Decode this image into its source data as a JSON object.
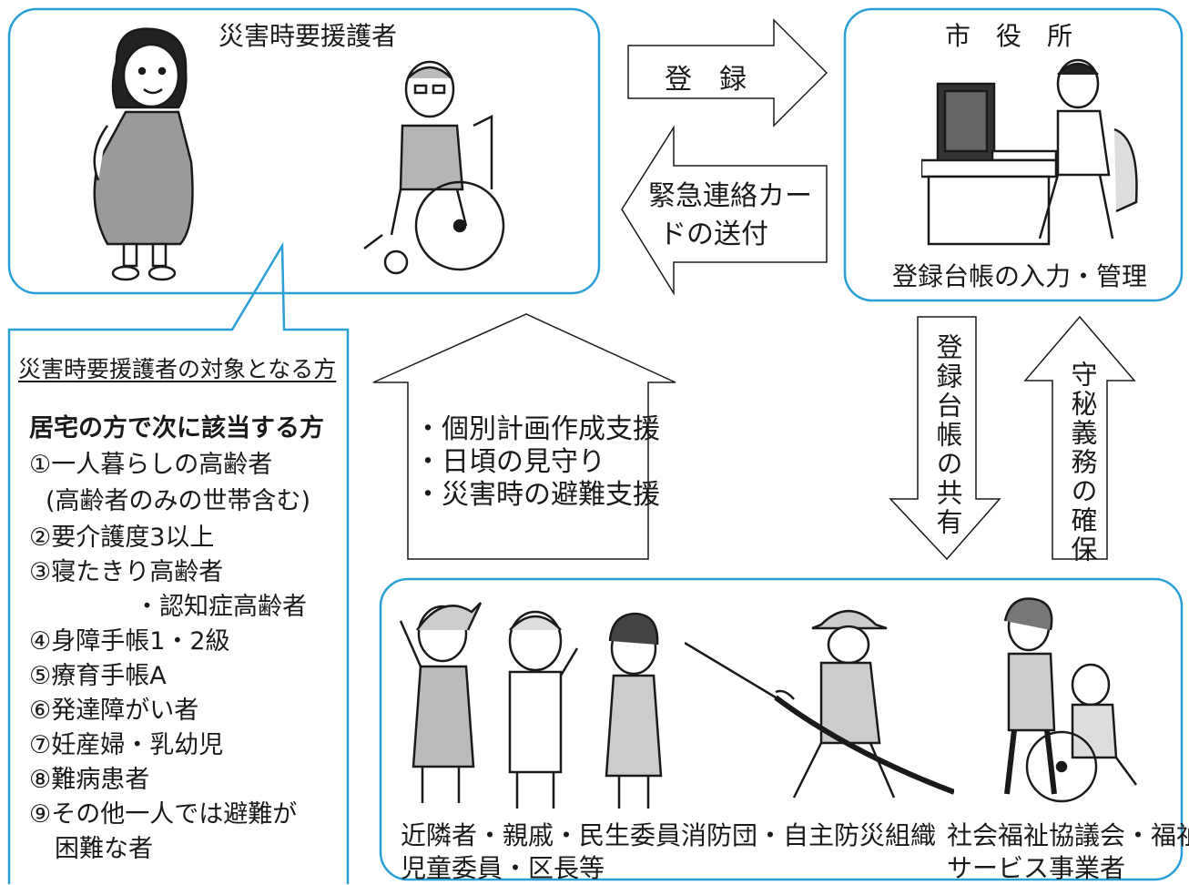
{
  "colors": {
    "box_border": "#2a9fd6",
    "arrow_stroke": "#1a1a1a",
    "text": "#1a1a1a"
  },
  "requiring_support": {
    "title": "災害時要援護者",
    "illustrations": [
      "pregnant-woman-figure",
      "elderly-wheelchair-figure"
    ]
  },
  "city_hall": {
    "title": "市　役　所",
    "caption": "登録台帳の入力・管理",
    "illustrations": [
      "office-worker-computer-figure"
    ]
  },
  "arrows": {
    "register": "登　録",
    "card_line1": "緊急連絡カー",
    "card_line2": "ドの送付",
    "share": "登録台帳の共有",
    "confidentiality": "守秘義務の確保",
    "support_items": [
      "・個別計画作成支援",
      "・日頃の見守り",
      "・災害時の避難支援"
    ]
  },
  "eligibility": {
    "heading": "災害時要援護者の対象となる方",
    "subheading": "居宅の方で次に該当する方",
    "items": [
      "①一人暮らしの高齢者",
      "(高齢者のみの世帯含む)",
      "②要介護度3以上",
      "③寝たきり高齢者",
      "・認知症高齢者",
      "④身障手帳1・2級",
      "⑤療育手帳A",
      "⑥発達障がい者",
      "⑦妊産婦・乳幼児",
      "⑧難病患者",
      "⑨その他一人では避難が",
      "困難な者"
    ]
  },
  "supporters": {
    "groups": [
      {
        "line1": "近隣者・親戚・民生委員",
        "line2": "児童委員・区長等"
      },
      {
        "line1": "消防団・自主防災組織",
        "line2": ""
      },
      {
        "line1": "社会福祉協議会・福祉",
        "line2": "サービス事業者"
      }
    ],
    "illustrations": [
      "neighbor-woman-figure",
      "elderly-man-figure",
      "elderly-woman-figure",
      "firefighter-hose-figure",
      "caregiver-wheelchair-figure"
    ]
  }
}
